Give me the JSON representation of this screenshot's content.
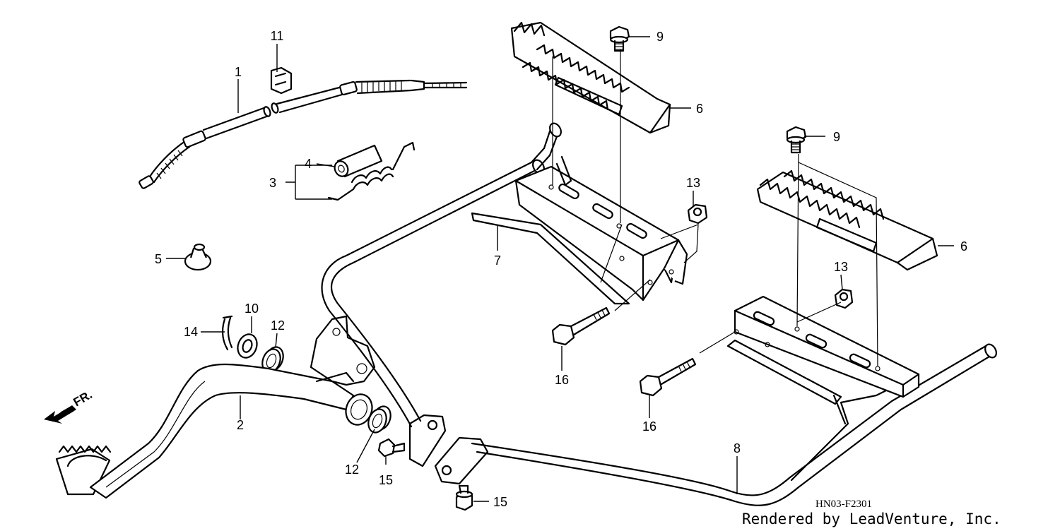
{
  "callouts": [
    {
      "id": "c1",
      "text": "1"
    },
    {
      "id": "c2",
      "text": "2"
    },
    {
      "id": "c3",
      "text": "3"
    },
    {
      "id": "c4",
      "text": "4"
    },
    {
      "id": "c5",
      "text": "5"
    },
    {
      "id": "c6a",
      "text": "6"
    },
    {
      "id": "c6b",
      "text": "6"
    },
    {
      "id": "c7",
      "text": "7"
    },
    {
      "id": "c8",
      "text": "8"
    },
    {
      "id": "c9a",
      "text": "9"
    },
    {
      "id": "c9b",
      "text": "9"
    },
    {
      "id": "c10",
      "text": "10"
    },
    {
      "id": "c11",
      "text": "11"
    },
    {
      "id": "c12a",
      "text": "12"
    },
    {
      "id": "c12b",
      "text": "12"
    },
    {
      "id": "c13a",
      "text": "13"
    },
    {
      "id": "c13b",
      "text": "13"
    },
    {
      "id": "c14",
      "text": "14"
    },
    {
      "id": "c15a",
      "text": "15"
    },
    {
      "id": "c15b",
      "text": "15"
    },
    {
      "id": "c16a",
      "text": "16"
    },
    {
      "id": "c16b",
      "text": "16"
    }
  ],
  "direction_label": "FR.",
  "diagram_code": "HN03-F2301",
  "credit": "Rendered by LeadVenture, Inc."
}
